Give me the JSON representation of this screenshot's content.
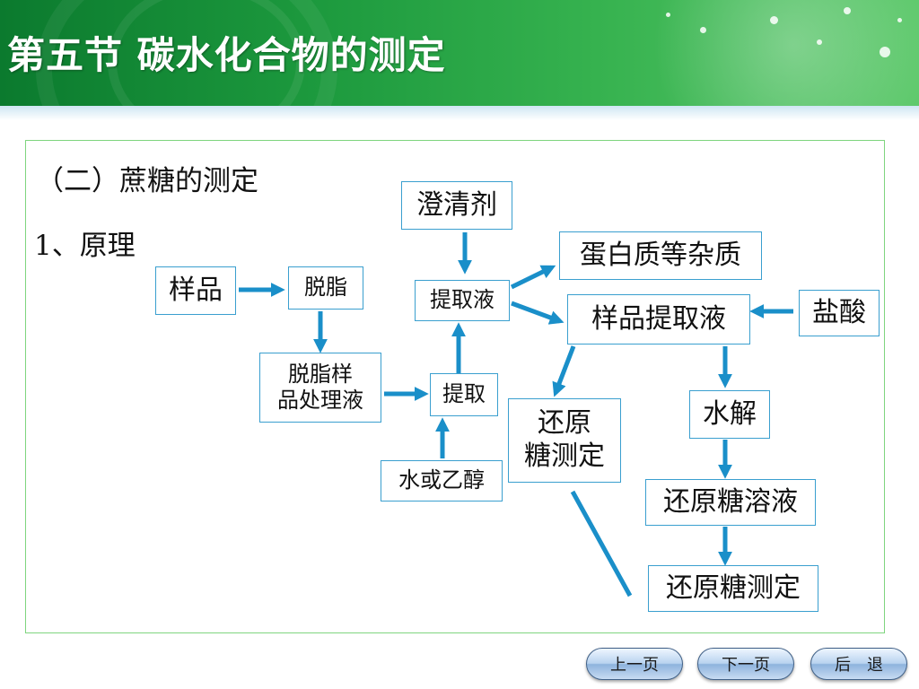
{
  "header": {
    "title": "第五节  碳水化合物的测定"
  },
  "content": {
    "section_heading": "（二）蔗糖的测定",
    "subheading": "1、原理"
  },
  "diagram": {
    "nodes": {
      "sample": "样品",
      "degrease": "脱脂",
      "degreased_solution": "脱脂样\n品处理液",
      "extraction": "提取",
      "water_or_ethanol": "水或乙醇",
      "extract_liquid": "提取液",
      "clarifier": "澄清剂",
      "impurities": "蛋白质等杂质",
      "sample_extract": "样品提取液",
      "hydrochloric_acid": "盐酸",
      "reducing_sugar_test_1": "还原\n糖测定",
      "hydrolysis": "水解",
      "reducing_sugar_solution": "还原糖溶液",
      "reducing_sugar_test_2": "还原糖测定"
    }
  },
  "nav": {
    "prev": "上一页",
    "next": "下一页",
    "back": "后　退"
  },
  "colors": {
    "arrow": "#1a8fc9",
    "box_border": "#3a9fcf",
    "frame_border": "#7fd57f",
    "header_green": "#1d9a3e"
  }
}
